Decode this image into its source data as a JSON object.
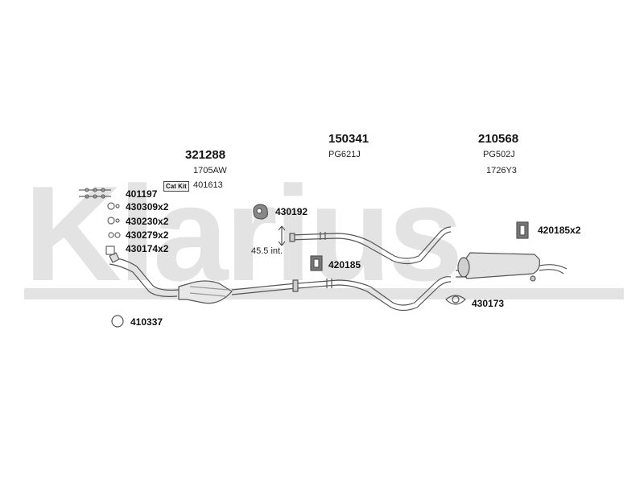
{
  "watermark": "Klarius",
  "assemblies": {
    "front": {
      "part": "321288",
      "ref": "1705AW"
    },
    "middle": {
      "part": "150341",
      "ref": "PG621J"
    },
    "rear": {
      "part": "210568",
      "ref": "PG502J",
      "ref2": "1726Y3"
    }
  },
  "cat_kit": {
    "badge": "Cat Kit",
    "part": "401613"
  },
  "components": {
    "c401197": "401197",
    "c430309": "430309x2",
    "c430230": "430230x2",
    "c430279": "430279x2",
    "c430174": "430174x2",
    "c430192": "430192",
    "c420185": "420185",
    "c420185x2": "420185x2",
    "c430173": "430173",
    "c410337": "410337"
  },
  "dimension": "45.5 int.",
  "icons": [
    "bolt-icon",
    "clamp-icon",
    "spring-icon",
    "gasket-icon",
    "rubber-hanger-icon",
    "mounting-bracket-icon",
    "ring-icon"
  ]
}
